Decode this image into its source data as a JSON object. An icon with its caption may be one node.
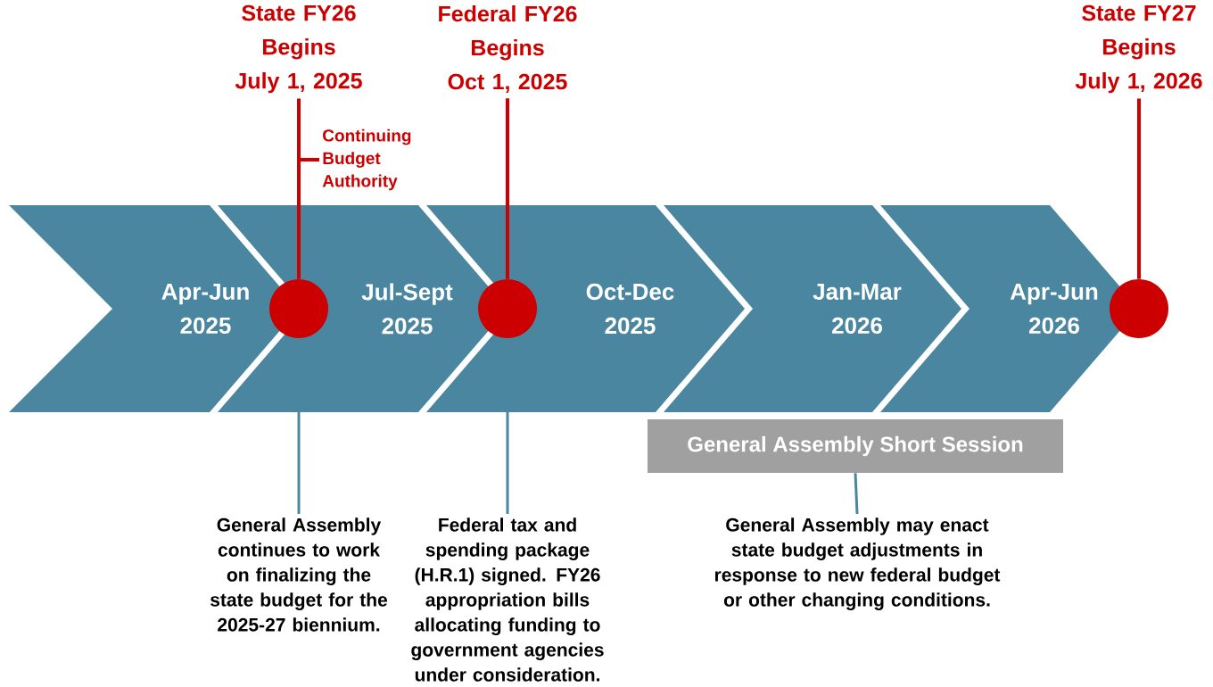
{
  "diagram": {
    "nodes": [
      {
        "text": [
          "Apr-Jun 2025"
        ]
      },
      {
        "text": [
          "Jul-Sept 2025"
        ]
      },
      {
        "text": [
          "Oct-Dec 2025"
        ]
      },
      {
        "text": [
          "Jan-Mar 2026"
        ]
      },
      {
        "text": [
          "Apr-Jun 2026"
        ]
      },
      {
        "text": [],
        "shape": "circle"
      },
      {
        "text": [],
        "shape": "circle"
      },
      {
        "text": [],
        "shape": "circle"
      },
      {
        "text": [
          "State FY26 Begins July 1, 2025"
        ]
      },
      {
        "text": [
          "Federal FY26 Begins Oct 1, 2025"
        ]
      },
      {
        "text": [
          "State FY27 Begins July 1, 2026"
        ]
      },
      {
        "text": [
          "Continuing Budget Authority"
        ]
      },
      {
        "text": [
          "General Assembly Short Session"
        ]
      },
      {
        "text": [
          "General Assembly continues to work on finalizing the state budget for the 2025-27 biennium."
        ]
      },
      {
        "text": [
          "Federal tax and spending package (H.R.1) signed. FY26 appropriation bills allocating funding to government agencies under consideration."
        ]
      },
      {
        "text": [
          "General Assembly may enact state budget adjustments in response to new federal budget or other changing conditions."
        ]
      }
    ],
    "edges": [
      {
        "from": 8,
        "to": 5,
        "arrow": "none"
      },
      {
        "from": 9,
        "to": 6,
        "arrow": "none"
      },
      {
        "from": 10,
        "to": 7,
        "arrow": "none"
      },
      {
        "from": 11,
        "to": null,
        "arrow": "none"
      },
      {
        "from": 5,
        "to": 13,
        "arrow": "none",
        "color": "#4a86a0"
      },
      {
        "from": 6,
        "to": 14,
        "arrow": "none",
        "color": "#4a86a0"
      },
      {
        "from": 12,
        "to": 15,
        "arrow": "none",
        "color": "#4a86a0"
      }
    ]
  }
}
